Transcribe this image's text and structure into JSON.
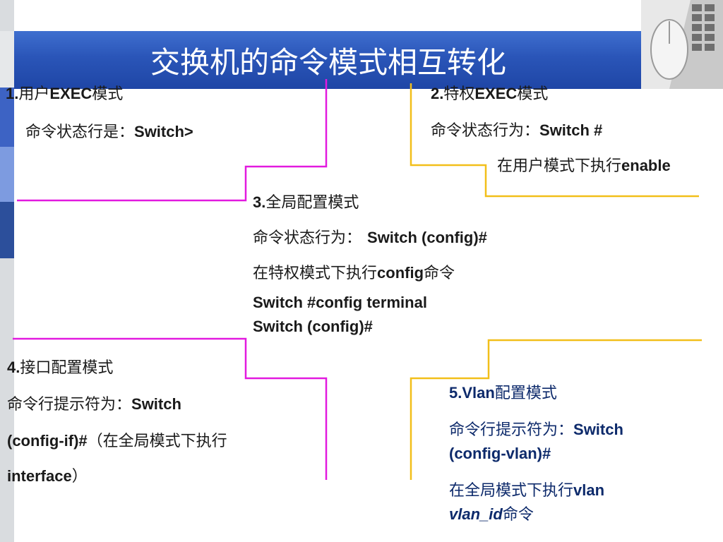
{
  "slide": {
    "title": "交换机的命令模式相互转化"
  },
  "mode1": {
    "heading_num": "1.",
    "heading_cn1": "用户",
    "heading_en": "EXEC",
    "heading_cn2": "模式",
    "prompt_label": "命令状态行是：",
    "prompt_value": "Switch>"
  },
  "mode2": {
    "heading_num": "2.",
    "heading_cn1": "特权",
    "heading_en": "EXEC",
    "heading_cn2": "模式",
    "prompt_label": "命令状态行为：",
    "prompt_value": "Switch #",
    "how_label": "在用户模式下执行",
    "how_cmd": "enable"
  },
  "mode3": {
    "heading_num": "3.",
    "heading_cn": "全局配置模式",
    "prompt_label": "命令状态行为：",
    "prompt_value": "Switch (config)#",
    "how_label": "在特权模式下执行",
    "how_cmd": "config",
    "how_tail": "命令",
    "example_line1": "Switch #config terminal",
    "example_line2": "Switch (config)#"
  },
  "mode4": {
    "heading_num": "4.",
    "heading_cn": "接口配置模式",
    "prompt_label": "命令行提示符为：",
    "prompt_value": "Switch",
    "line2_en": "(config-if)#",
    "line2_cn": "（在全局模式下执行",
    "line3_en": "interface",
    "line3_cn": "）"
  },
  "mode5": {
    "heading_en": "5.Vlan",
    "heading_cn": "配置模式",
    "prompt_label": "命令行提示符为：",
    "prompt_value": "Switch",
    "prompt_value2": "(config-vlan)#",
    "how_label": "在全局模式下执行",
    "how_cmd": "vlan",
    "how_cmd2": "vlan_id",
    "how_tail": "命令"
  },
  "colors": {
    "title_bar": "#2a55b8",
    "magenta_line": "#e21adf",
    "yellow_line": "#f2bf1a",
    "text_blue": "#0d2a6b"
  }
}
